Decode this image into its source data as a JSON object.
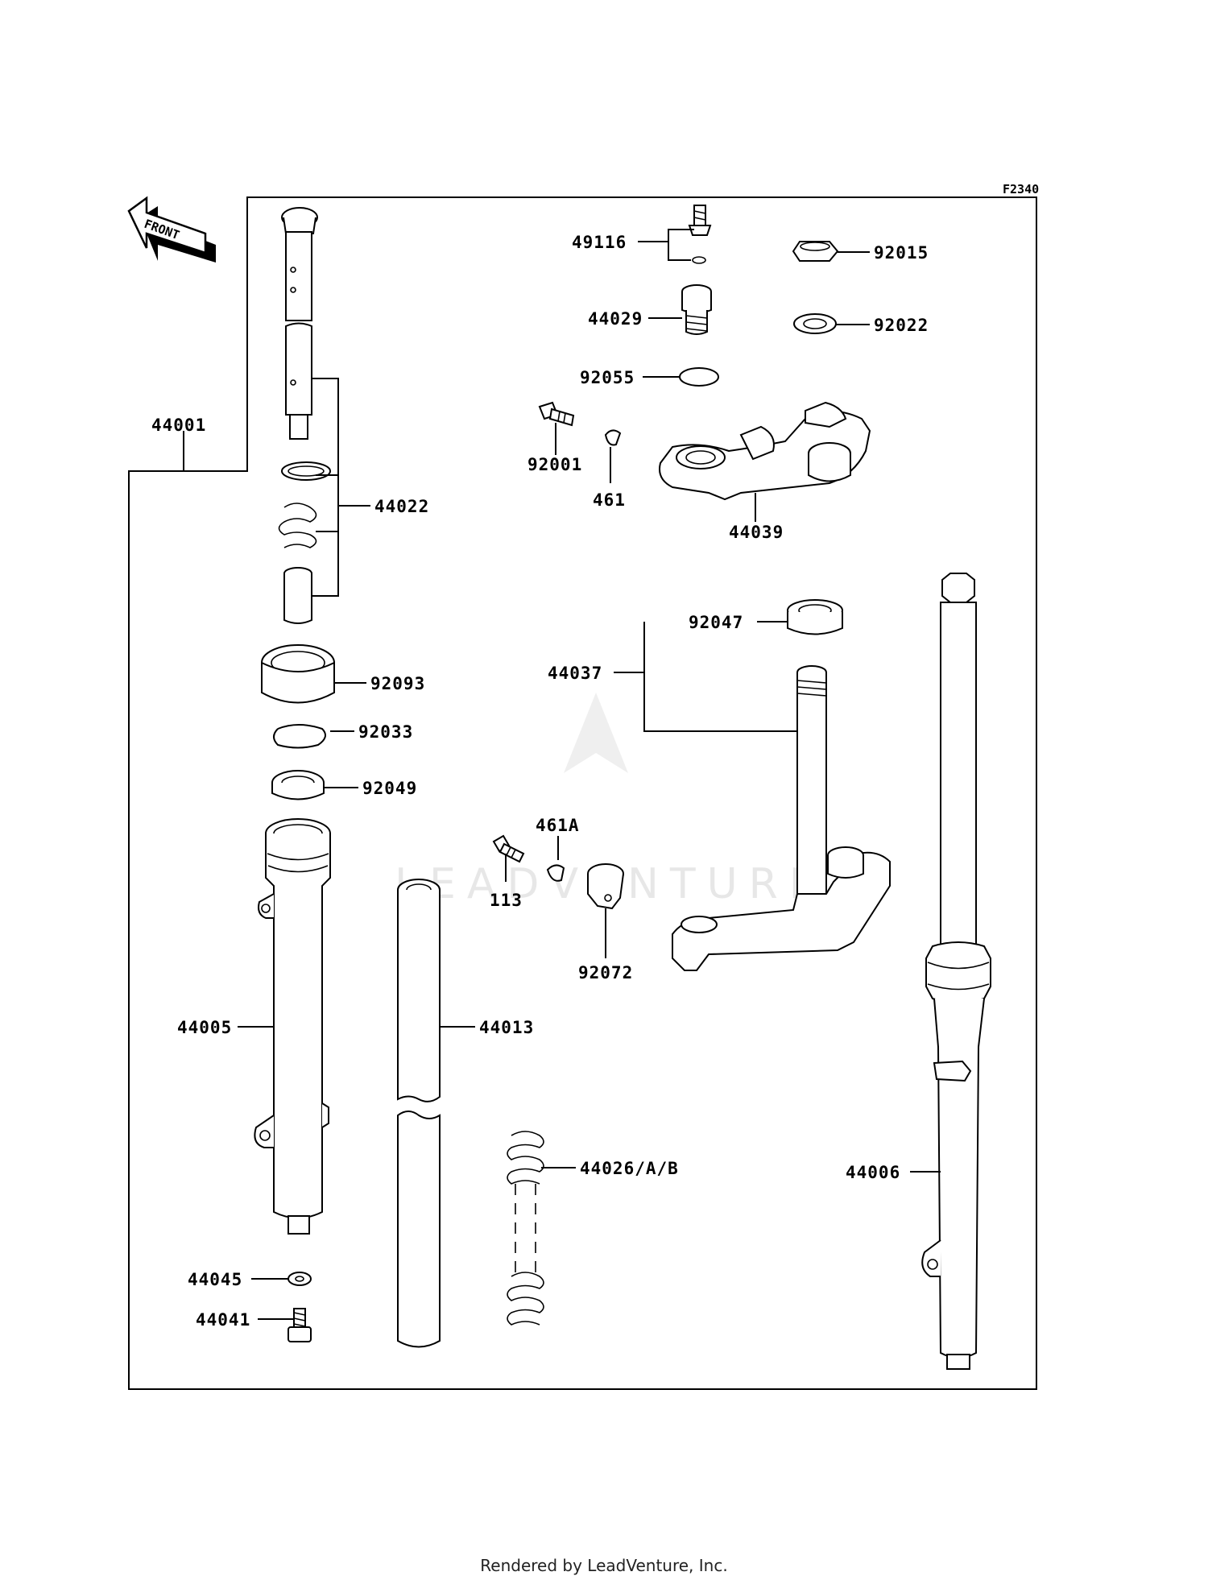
{
  "figure_code": "F2340",
  "front_label": "FRONT",
  "watermark": "LEADVENTURE",
  "footer": "Rendered by LeadVenture, Inc.",
  "parts": {
    "p44001": "44001",
    "p44022": "44022",
    "p92093": "92093",
    "p92033": "92033",
    "p92049": "92049",
    "p44005": "44005",
    "p44013": "44013",
    "p44045": "44045",
    "p44041": "44041",
    "p44026": "44026/A/B",
    "p49116": "49116",
    "p44029": "44029",
    "p92055": "92055",
    "p92001": "92001",
    "p461": "461",
    "p44039": "44039",
    "p92015": "92015",
    "p92022": "92022",
    "p92047": "92047",
    "p44037": "44037",
    "p461a": "461A",
    "p113": "113",
    "p92072": "92072",
    "p44006": "44006"
  }
}
